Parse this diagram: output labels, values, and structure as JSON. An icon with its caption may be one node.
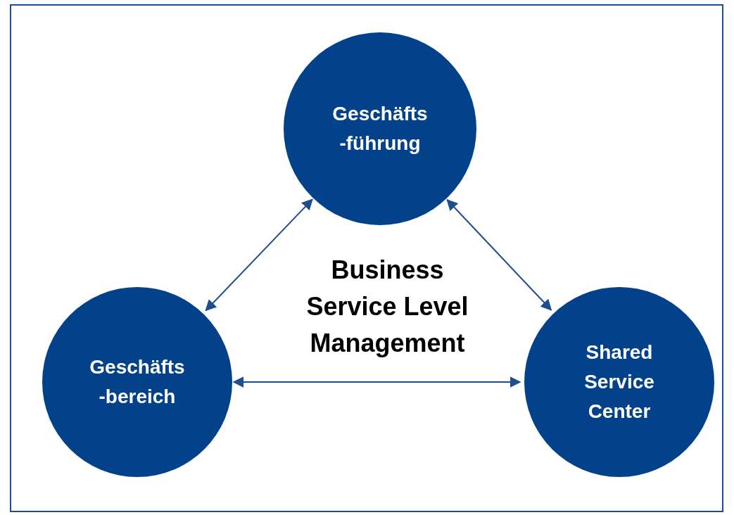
{
  "diagram": {
    "title": "Business Service Level Management",
    "nodes": [
      {
        "text": [
          "Geschäfts -führung"
        ]
      },
      {
        "text": [
          "Geschäfts -bereich"
        ]
      },
      {
        "text": [
          "Shared Service Center"
        ]
      }
    ],
    "edges": [
      {
        "from": 0,
        "to": 1,
        "arrow": "both"
      },
      {
        "from": 0,
        "to": 2,
        "arrow": "both"
      },
      {
        "from": 1,
        "to": 2,
        "arrow": "both"
      }
    ]
  }
}
